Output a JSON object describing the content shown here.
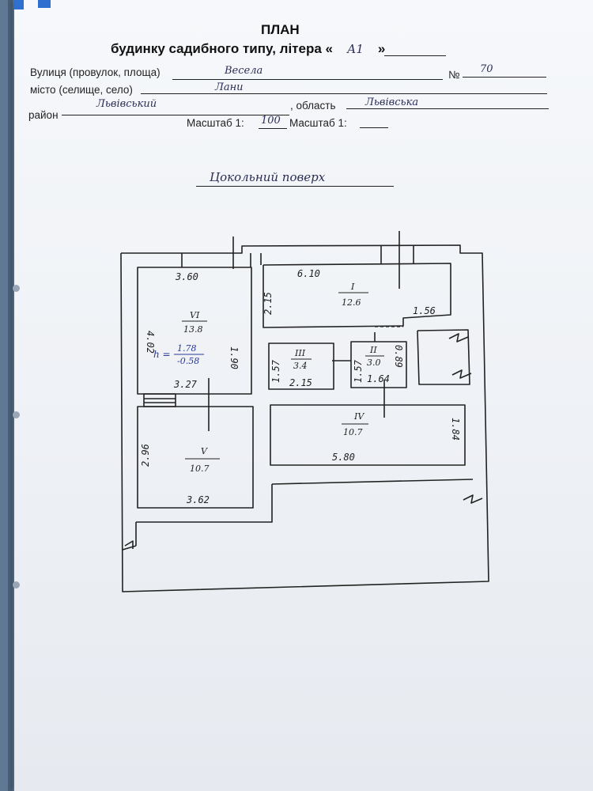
{
  "header": {
    "title": "ПЛАН",
    "subtitle_prefix": "будинку садибного типу, літера «",
    "letter": "А1",
    "subtitle_suffix": "»"
  },
  "address": {
    "street_label": "Вулиця (провулок, площа)",
    "street_value": "Весела",
    "number_label": "№",
    "number_value": "70",
    "city_label": "місто (селище, село)",
    "city_value": "Лани",
    "district_label": "район",
    "district_value": "Львівський",
    "region_label": ", область",
    "region_value": "Львівська"
  },
  "scale": {
    "label1": "Масштаб 1:",
    "value1": "100",
    "label2": "Масштаб 1:",
    "value2": ""
  },
  "floor_title": "Цокольний поверх",
  "plan": {
    "dimensions": {
      "room1_width": "3.60",
      "room1_height": "4.02",
      "room1_inner": "1.90",
      "room1_bottom": "3.27",
      "room2_width": "6.10",
      "room2_height": "2.15",
      "room2_right": "1.56",
      "room3_height": "1.57",
      "room3_width": "2.15",
      "room4_height": "1.57",
      "room4_right": "0.89",
      "room4_width": "1.64",
      "room5_height": "2.96",
      "room5_width": "3.62",
      "room6_width": "5.80",
      "room6_height": "1.84"
    },
    "rooms": {
      "r1_no": "VI",
      "r1_area": "13.8",
      "r2_no": "I",
      "r2_area": "12.6",
      "r3_no": "III",
      "r3_area": "3.4",
      "r4_no": "II",
      "r4_area": "3.0",
      "r5_no": "V",
      "r5_area": "10.7",
      "r6_no": "IV",
      "r6_area": "10.7"
    },
    "height_note": {
      "label": "h =",
      "top": "1.78",
      "bottom": "-0.58"
    }
  },
  "colors": {
    "ink": "#2a2d55",
    "binder_accent": "#2f6fd0"
  }
}
